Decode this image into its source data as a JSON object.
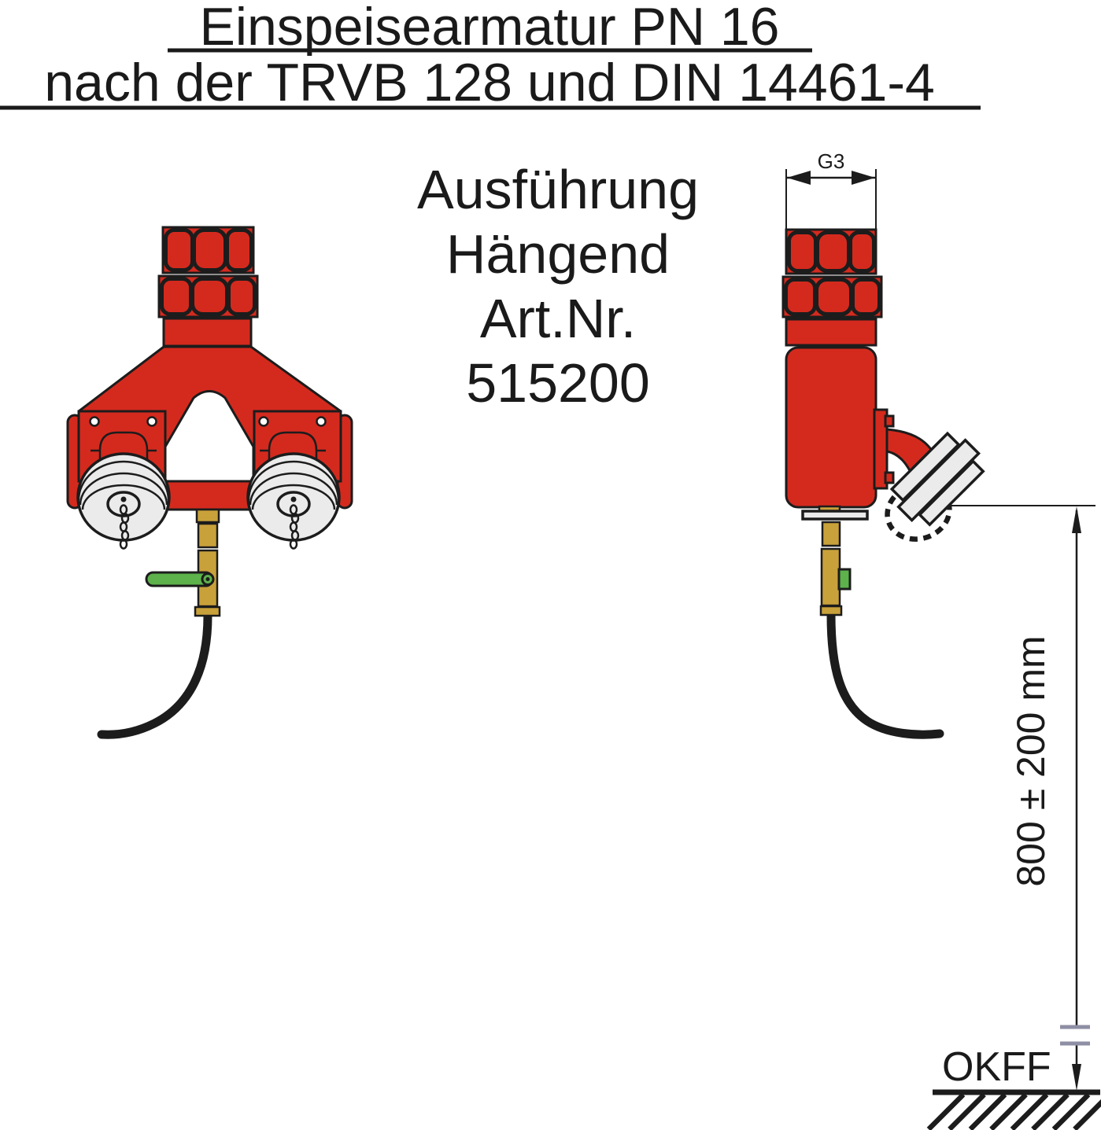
{
  "title": {
    "line1": "Einspeisearmatur PN 16",
    "line2": "nach der TRVB 128 und DIN 14461-4"
  },
  "product_info": {
    "execution_label": "Ausführung",
    "execution_value": "Hängend",
    "artnr_label": "Art.Nr.",
    "artnr_value": "515200"
  },
  "annotations": {
    "thread_size": "G3",
    "mounting_height": "800 ± 200 mm",
    "floor_reference": "OKFF"
  },
  "colors": {
    "red": "#d42a1e",
    "outline": "#1c1c1c",
    "gray": "#ebebeb",
    "brass": "#c9a13b",
    "green": "#5db24b",
    "tick": "#8e8ea4",
    "text": "#1a1a1a"
  }
}
